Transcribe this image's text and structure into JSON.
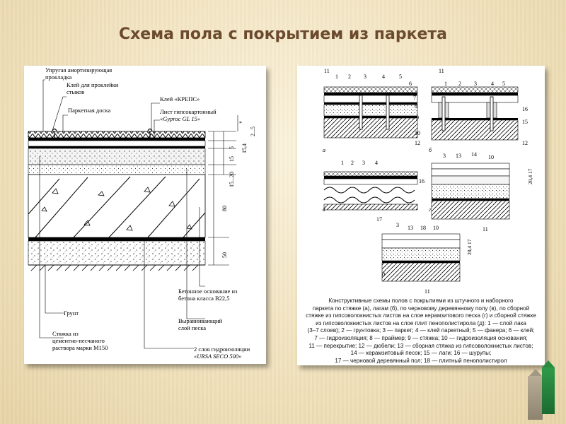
{
  "slide": {
    "title": "Схема пола с покрытием из паркета"
  },
  "left_diagram": {
    "labels": {
      "l1a": "Упругая амортизирующая",
      "l1b": "прокладка",
      "l2a": "Клей для проклейки",
      "l2b": "стыков",
      "l3": "Паркетная доска",
      "l4": "Клей «КРЕПС»",
      "l5a": "Лист гипсокартонный",
      "l5b": "«Gyproc GL 15»",
      "l6a": "Бетонное основание из",
      "l6b": "бетона класса В22,5",
      "l7": "Грунт",
      "l8a": "Выравнивающий",
      "l8b": "слой песка",
      "l9a": "Стяжка из",
      "l9b": "цементно-песчаного",
      "l9c": "раствора марки М150",
      "l10a": "2 слоя гидроизоляции",
      "l10b": "«URSA SECO 500»"
    },
    "dims": {
      "d1": "*",
      "d2": "2...5",
      "d3": "15,4",
      "d4": "5",
      "d5": "15",
      "d6": "15...20",
      "d7": "80",
      "d8": "50"
    }
  },
  "right_diagram": {
    "nums": {
      "a_11": "11",
      "a_1": "1",
      "a_2": "2",
      "a_3": "3",
      "a_4": "4",
      "a_5": "5",
      "a_6": "6",
      "a_7": "7",
      "a_8": "8",
      "a_9": "9",
      "a_10": "10",
      "a_12": "12",
      "b_11": "11",
      "b_1": "1",
      "b_2": "2",
      "b_3": "3",
      "b_4": "4",
      "b_5": "5",
      "b_16": "16",
      "b_15": "15",
      "b_12": "12",
      "c_1": "1",
      "c_2": "2",
      "c_3": "3",
      "c_4": "4",
      "c_16": "16",
      "c_17": "17",
      "d_3": "3",
      "d_13": "13",
      "d_14": "14",
      "d_10": "10",
      "d_11": "11",
      "e_3": "3",
      "e_13": "13",
      "e_18": "18",
      "e_10": "10",
      "e_11": "11"
    },
    "letters": {
      "a": "а",
      "b": "б",
      "c": "в",
      "d": "г",
      "e": "д"
    },
    "dims": {
      "d_dim": "20,4 17",
      "e_dim": "20,4 17"
    },
    "caption": [
      "Конструктивные схемы полов с покрытиями из штучного и наборного",
      "паркета по стяжке (а), лагам (б), по черновому деревянному полу (в), по сборной",
      "стяжке из гипсоволокнистых листов на слое керамзитового песка (г) и сборной стяжке",
      "из гипсоволокнистых листов на слое плит пенополистирола (д): 1 — слой лака",
      "(3–7 слоев); 2 — грунтовка; 3 — паркет; 4 — клей паркетный; 5 — фанера; 6 — клей;",
      "7 — гидроизоляция; 8 — праймер; 9 — стяжка; 10 — гидроизоляция основания;",
      "11 — перекрытие; 12 — дюбели; 13 — сборная стяжка из гипсоволокнистых листов;",
      "14 — керамзитовый песок; 15 — лаги; 16 — шурупы;",
      "17 — черновой деревянный пол; 18 — плитный пенополистирол"
    ]
  },
  "nav": {
    "prev": "previous-slide",
    "next": "next-slide"
  }
}
